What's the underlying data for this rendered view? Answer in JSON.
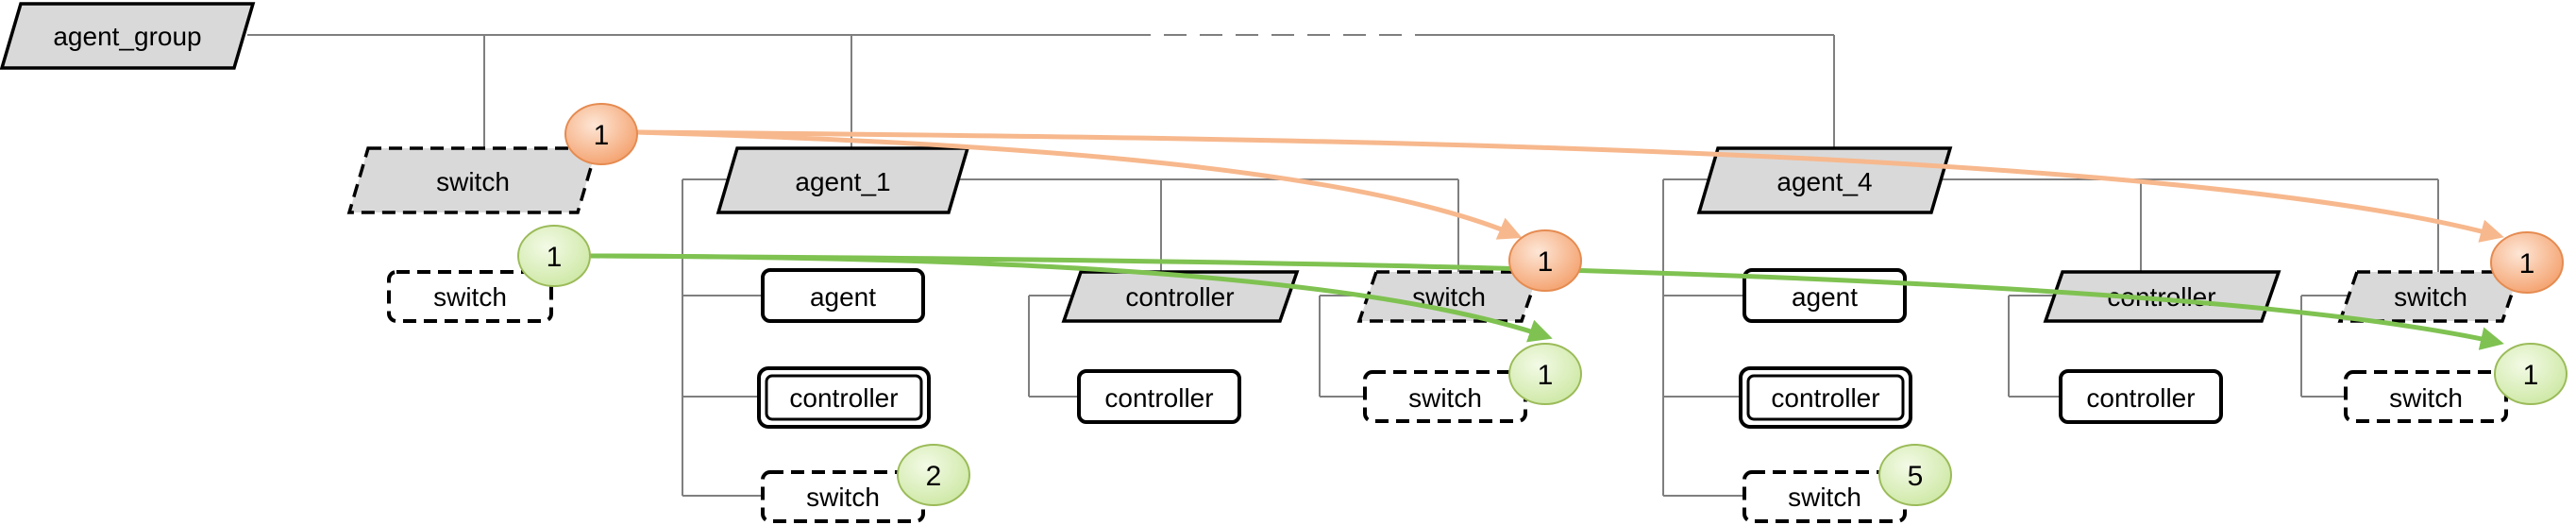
{
  "nodes": {
    "agent_group": "agent_group",
    "switch_top": "switch",
    "switch_left": "switch",
    "agent_1": "agent_1",
    "agent_1_agent": "agent",
    "agent_1_controller": "controller",
    "agent_1_switch": "switch",
    "agent_1_ctrl_para": "controller",
    "agent_1_ctrl_child": "controller",
    "agent_1_switch_para": "switch",
    "agent_1_switch_child": "switch",
    "agent_4": "agent_4",
    "agent_4_agent": "agent",
    "agent_4_controller": "controller",
    "agent_4_switch": "switch",
    "agent_4_ctrl_para": "controller",
    "agent_4_ctrl_child": "controller",
    "agent_4_switch_para": "switch",
    "agent_4_switch_child": "switch"
  },
  "badges": {
    "orange_src": "1",
    "green_src": "1",
    "orange_a1": "1",
    "green_a1": "1",
    "green_a1_count": "2",
    "orange_a4": "1",
    "green_a4": "1",
    "green_a4_count": "5"
  },
  "colors": {
    "orange_arrow": "#f7b88d",
    "green_arrow": "#7fc251",
    "node_fill": "#d9d9d9",
    "tree_line": "#7f7f7f"
  }
}
